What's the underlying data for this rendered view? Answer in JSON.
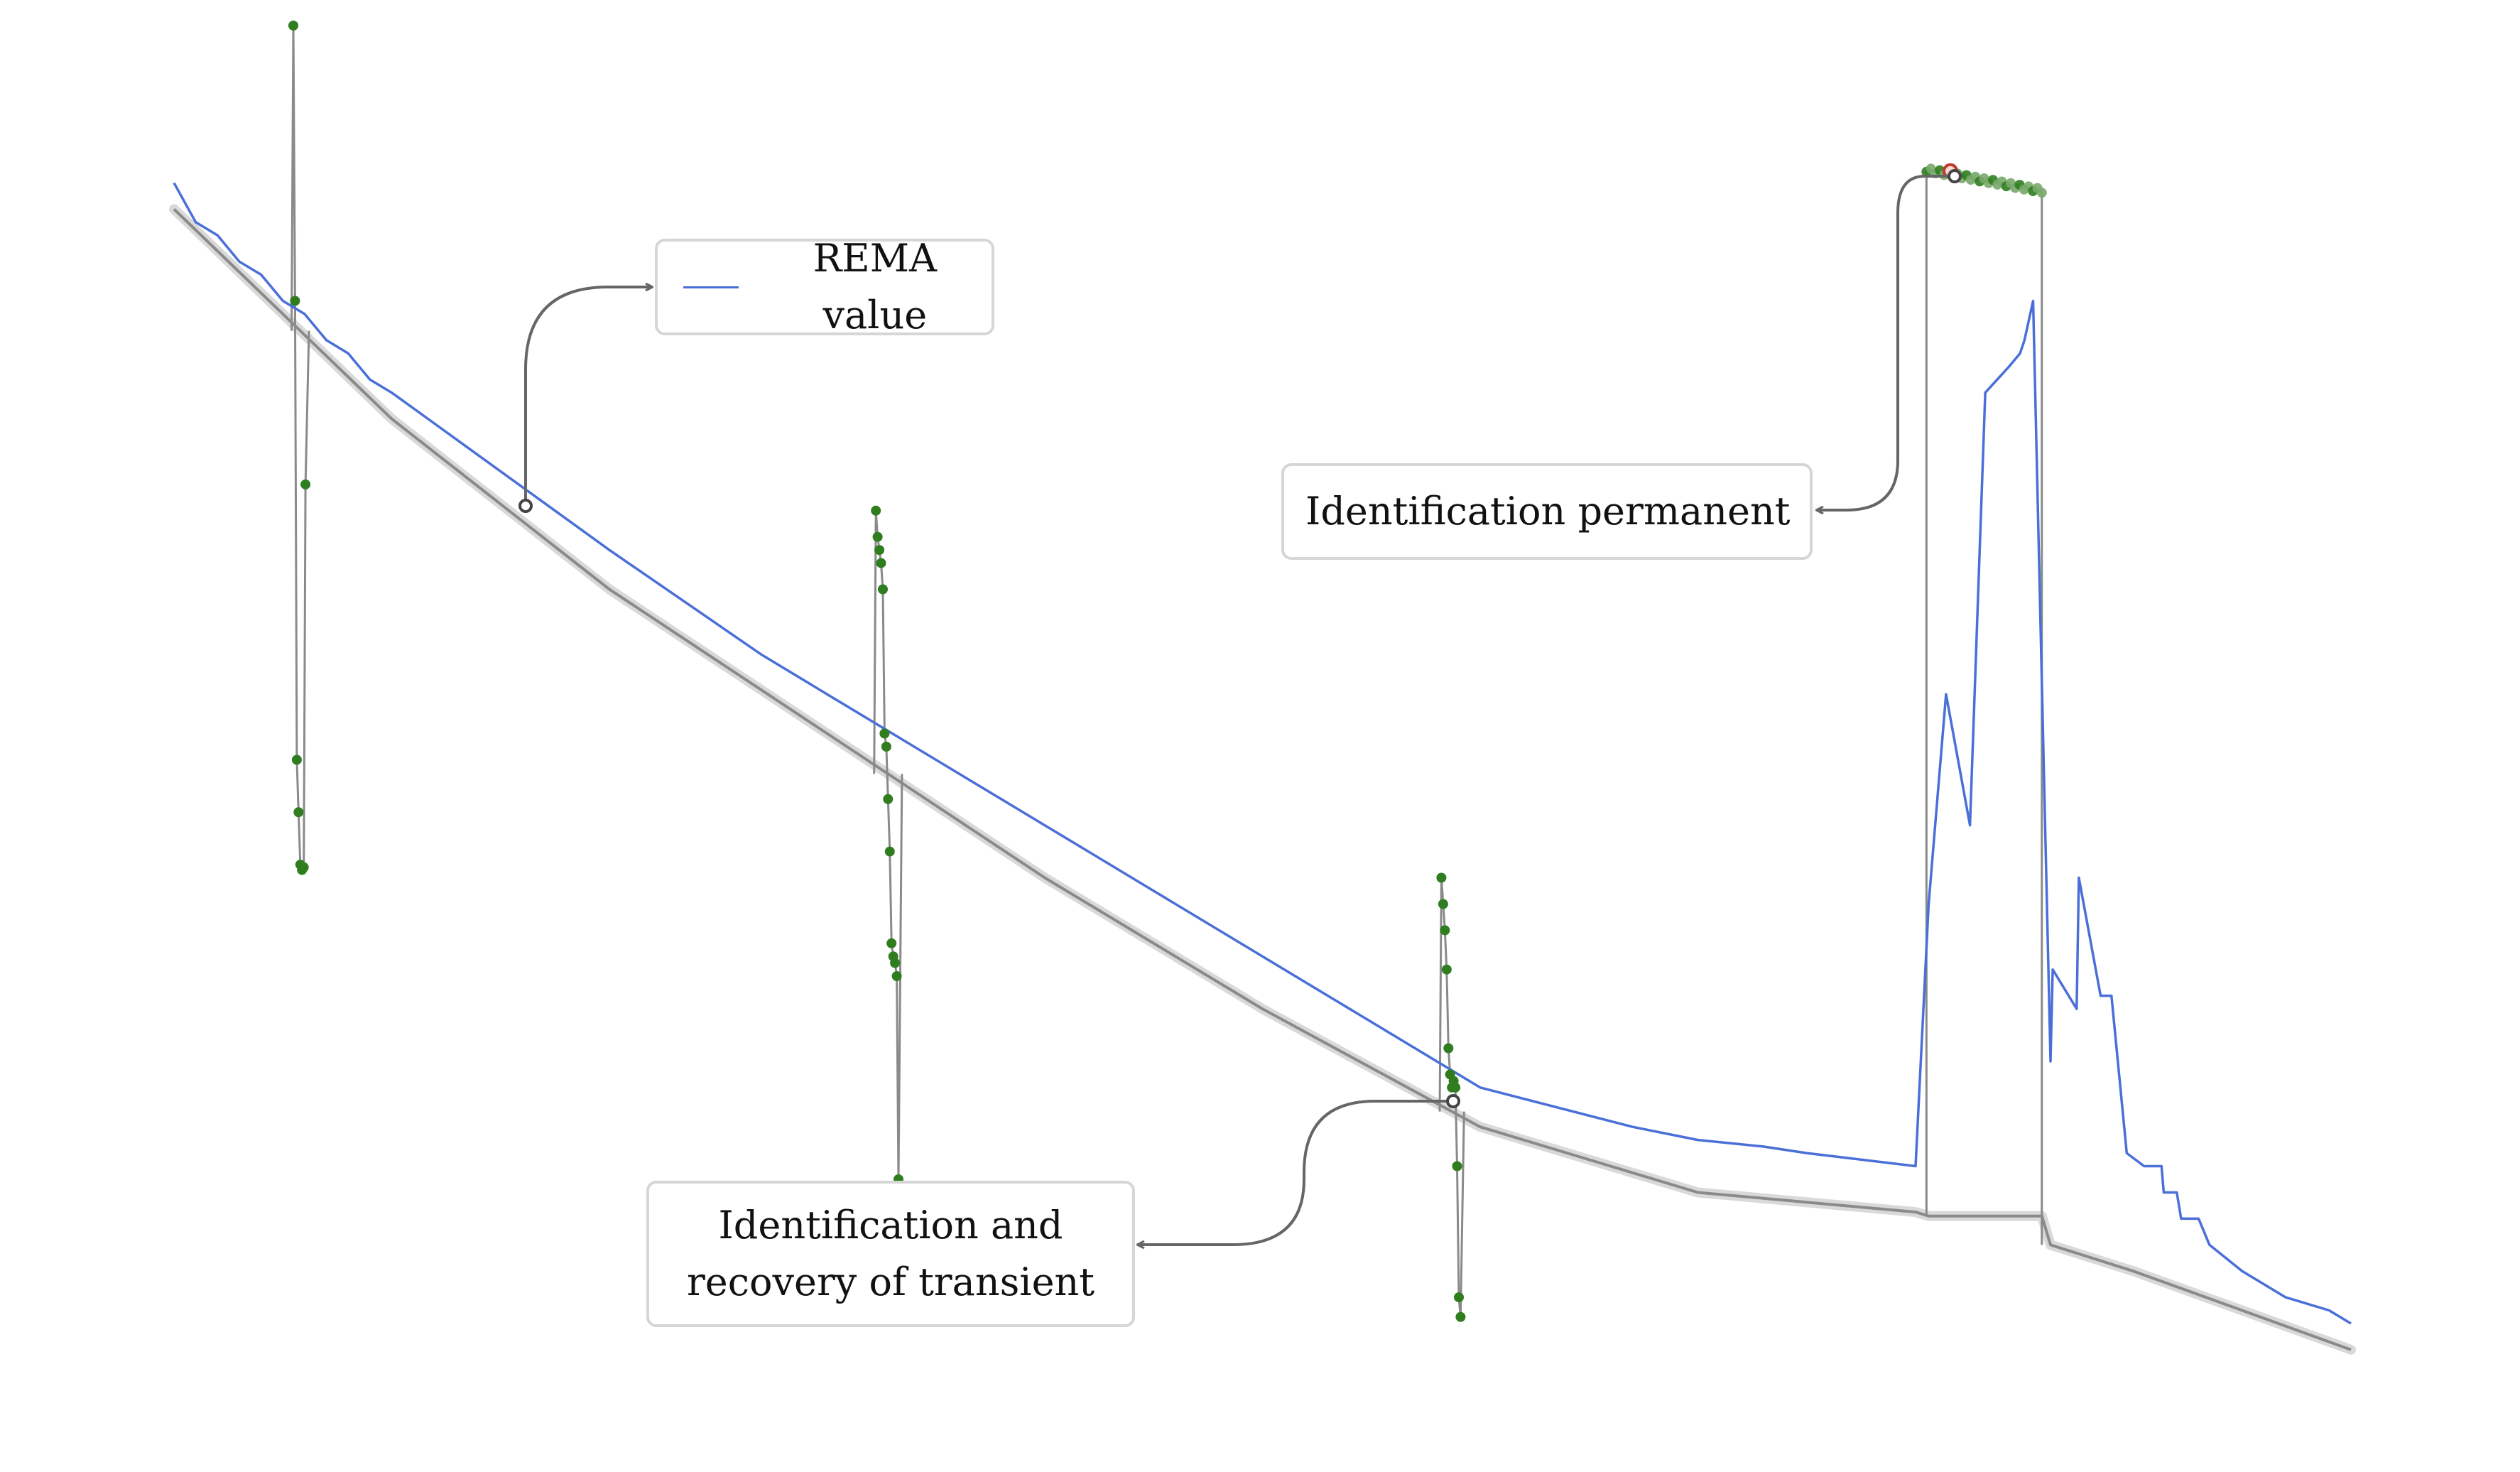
{
  "chart_data": {
    "type": "line",
    "title": "",
    "xlabel": "",
    "ylabel": "",
    "axes_visible": false,
    "grid": false,
    "xlim": [
      0,
      100
    ],
    "ylim": [
      -10,
      100
    ],
    "series": [
      {
        "name": "REMA value",
        "color": "#4a6fd8",
        "x": [
          0,
          1,
          2,
          3,
          4,
          5,
          6,
          7,
          8,
          9,
          10,
          20,
          27,
          30,
          37,
          40,
          50,
          55,
          60,
          67,
          70,
          73,
          75,
          80,
          80.6,
          81.4,
          82.5,
          83.2,
          84.3,
          84.8,
          85.0,
          85.4,
          86.2,
          86.3,
          87.4,
          87.5,
          88.5,
          89.0,
          89.7,
          90.5,
          91.3,
          91.4,
          92.0,
          92.2,
          93.0,
          93.5,
          95,
          97,
          99,
          100
        ],
        "y": [
          88,
          85,
          84,
          82,
          81,
          79,
          78,
          76,
          75,
          73,
          72,
          60,
          52,
          49,
          42,
          39,
          29,
          24,
          19,
          16,
          15,
          14.5,
          14,
          13,
          33,
          49,
          39,
          72,
          74,
          75,
          76,
          79,
          21,
          28,
          25,
          35,
          26,
          26,
          14,
          13,
          13,
          11,
          11,
          9,
          9,
          7,
          5,
          3,
          2,
          1
        ]
      },
      {
        "name": "",
        "color": "#8a8a8a",
        "x": [
          0,
          10,
          20,
          30,
          40,
          50,
          60,
          70,
          80,
          80.6,
          85.8,
          86.2,
          90,
          95,
          100
        ],
        "y": [
          86,
          70,
          57,
          46,
          35,
          25,
          16,
          11,
          9.5,
          9.2,
          9.2,
          7,
          5,
          2,
          -1
        ]
      }
    ],
    "transients": [
      {
        "x": 5.8,
        "peaks": [
          100,
          79,
          44,
          40,
          36,
          35.6,
          35.8,
          65
        ]
      },
      {
        "x": 32.8,
        "peaks": [
          63,
          61,
          60,
          59,
          57,
          46,
          45,
          41,
          37,
          30,
          29,
          28.5,
          27.5,
          12
        ]
      },
      {
        "x": 58.7,
        "peaks": [
          35,
          33,
          31,
          28,
          22,
          20,
          19,
          19.5,
          19,
          13,
          3,
          1.5
        ]
      }
    ],
    "permanent": {
      "x_start": 80.5,
      "x_end": 85.8,
      "y_start": 89,
      "y_end": 87.4
    }
  },
  "annotations": {
    "legend_label": "REMA value",
    "permanent_label": "Identification permanent",
    "transient_line1": "Identification and",
    "transient_line2": "recovery of transient"
  },
  "colors": {
    "rema_line": "#4a6fd8",
    "baseline": "#8a8a8a",
    "marker": "#2f7d1e",
    "connector": "#666666",
    "highlight": "#c0392b"
  }
}
